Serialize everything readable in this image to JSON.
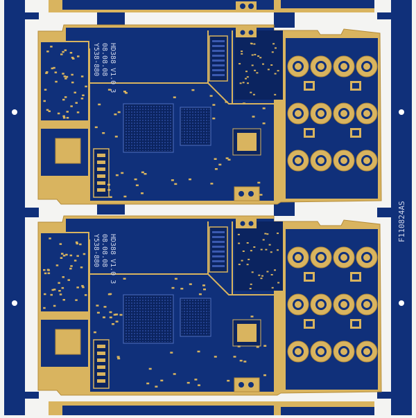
{
  "panel": {
    "id_code": "F110824AS",
    "colors": {
      "soldermask": "#10307a",
      "soldermask_dark": "#0b2460",
      "gold": "#d9b45f",
      "gold_dark": "#b58d3b",
      "background": "#f4f4f2",
      "silkscreen": "#cfd6ea"
    }
  },
  "boards": [
    {
      "silk_lines": [
        "HD388 V1.0 3",
        "08.08.08",
        "Y538-880"
      ],
      "keypad_pad_rows": 3,
      "keypad_pad_cols": 4
    },
    {
      "silk_lines": [
        "HD388 V1.0 3",
        "08.08.08",
        "Y538-880"
      ],
      "keypad_pad_rows": 3,
      "keypad_pad_cols": 4
    }
  ],
  "partial_boards": [
    "top",
    "bottom"
  ]
}
